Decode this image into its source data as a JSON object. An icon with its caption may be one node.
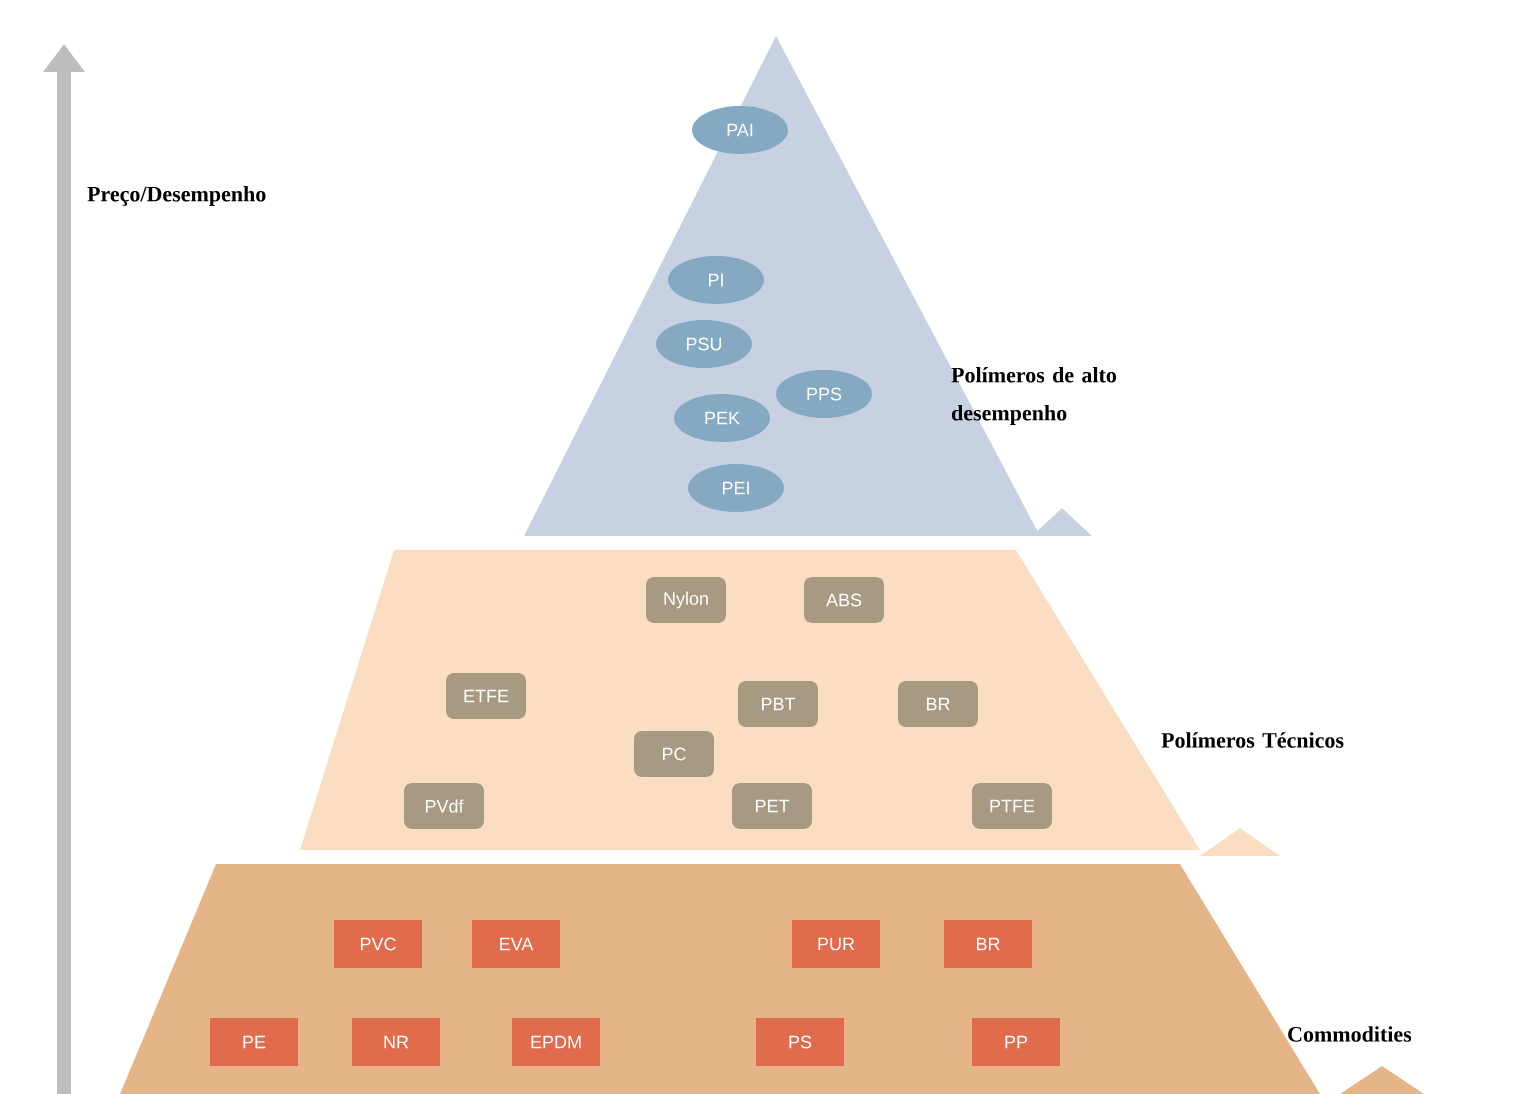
{
  "diagram": {
    "nodes": [
      {
        "text": [
          "Polímeros de alto desempenho"
        ]
      },
      {
        "text": [
          "PAI"
        ],
        "in": 0
      },
      {
        "text": [
          "PI"
        ],
        "in": 0
      },
      {
        "text": [
          "PSU"
        ],
        "in": 0
      },
      {
        "text": [
          "PPS"
        ],
        "in": 0
      },
      {
        "text": [
          "PEK"
        ],
        "in": 0
      },
      {
        "text": [
          "PEI"
        ],
        "in": 0
      },
      {
        "text": [
          "Polímeros Técnicos"
        ]
      },
      {
        "text": [
          "Nylon"
        ],
        "in": 7
      },
      {
        "text": [
          "ABS"
        ],
        "in": 7
      },
      {
        "text": [
          "ETFE"
        ],
        "in": 7
      },
      {
        "text": [
          "PBT"
        ],
        "in": 7
      },
      {
        "text": [
          "BR"
        ],
        "in": 7
      },
      {
        "text": [
          "PC"
        ],
        "in": 7
      },
      {
        "text": [
          "PVdf"
        ],
        "in": 7
      },
      {
        "text": [
          "PET"
        ],
        "in": 7
      },
      {
        "text": [
          "PTFE"
        ],
        "in": 7
      },
      {
        "text": [
          "Commodities"
        ]
      },
      {
        "text": [
          "PVC"
        ],
        "in": 17
      },
      {
        "text": [
          "EVA"
        ],
        "in": 17
      },
      {
        "text": [
          "PUR"
        ],
        "in": 17
      },
      {
        "text": [
          "BR"
        ],
        "in": 17
      },
      {
        "text": [
          "PE"
        ],
        "in": 17
      },
      {
        "text": [
          "NR"
        ],
        "in": 17
      },
      {
        "text": [
          "EPDM"
        ],
        "in": 17
      },
      {
        "text": [
          "PS"
        ],
        "in": 17
      },
      {
        "text": [
          "PP"
        ],
        "in": 17
      }
    ],
    "labels": [
      "Preço/Desempenho"
    ]
  }
}
